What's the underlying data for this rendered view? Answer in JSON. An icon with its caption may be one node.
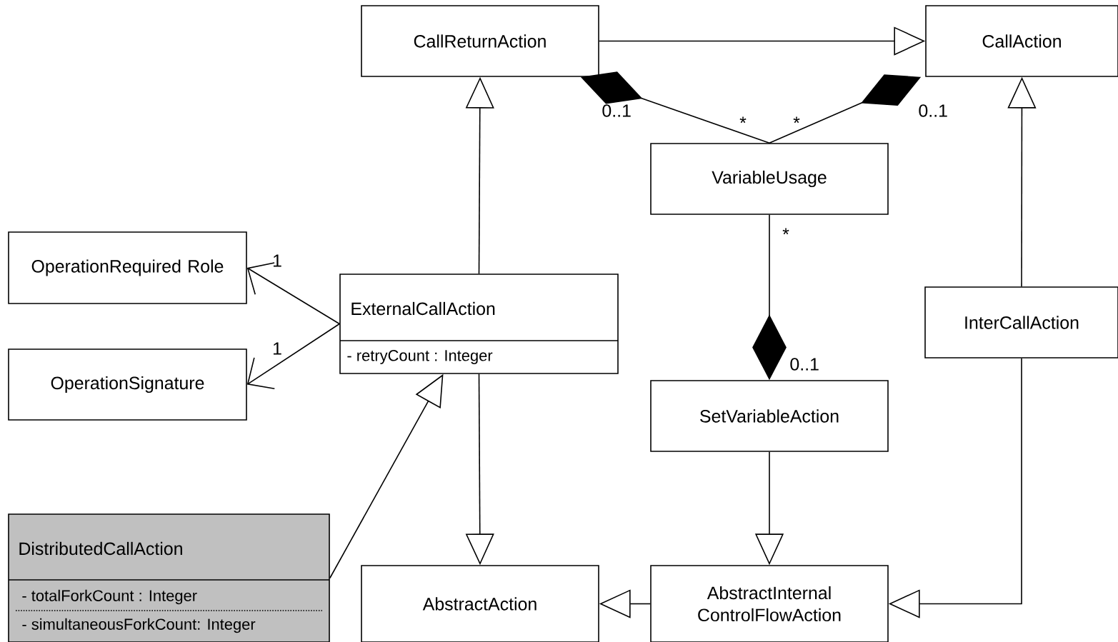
{
  "diagram": {
    "nodes": [
      {
        "text": [
          "CallReturnAction"
        ]
      },
      {
        "text": [
          "CallAction"
        ]
      },
      {
        "text": [
          "VariableUsage"
        ]
      },
      {
        "text": [
          "OperationRequired Role"
        ]
      },
      {
        "text": [
          "ExternalCallAction",
          "- retryCount : Integer"
        ]
      },
      {
        "text": [
          "InterCallAction"
        ]
      },
      {
        "text": [
          "OperationSignature"
        ]
      },
      {
        "text": [
          "SetVariableAction"
        ]
      },
      {
        "text": [
          "DistributedCallAction",
          "- totalForkCount : Integer",
          "- simultaneousForkCount: Integer"
        ]
      },
      {
        "text": [
          "AbstractAction"
        ]
      },
      {
        "text": [
          "AbstractInternal ControlFlowAction"
        ]
      }
    ],
    "edges": [
      {
        "from": 0,
        "to": 1,
        "arrow": "to"
      },
      {
        "from": 2,
        "to": 0,
        "arrow": "other"
      },
      {
        "from": 2,
        "to": 1,
        "arrow": "other"
      },
      {
        "from": 4,
        "to": 0,
        "arrow": "to"
      },
      {
        "from": 5,
        "to": 1,
        "arrow": "to"
      },
      {
        "from": 4,
        "to": 3,
        "arrow": "to"
      },
      {
        "from": 4,
        "to": 6,
        "arrow": "to"
      },
      {
        "from": 8,
        "to": 4,
        "arrow": "to"
      },
      {
        "from": 4,
        "to": 9,
        "arrow": "to"
      },
      {
        "from": 2,
        "to": 7,
        "arrow": "other"
      },
      {
        "from": 7,
        "to": 10,
        "arrow": "to"
      },
      {
        "from": 10,
        "to": 9,
        "arrow": "to"
      },
      {
        "from": 5,
        "to": 10,
        "arrow": "to"
      }
    ],
    "labels": [
      "0..1",
      "0..1",
      "*",
      "*",
      "*",
      "1",
      "1",
      "0..1"
    ]
  }
}
